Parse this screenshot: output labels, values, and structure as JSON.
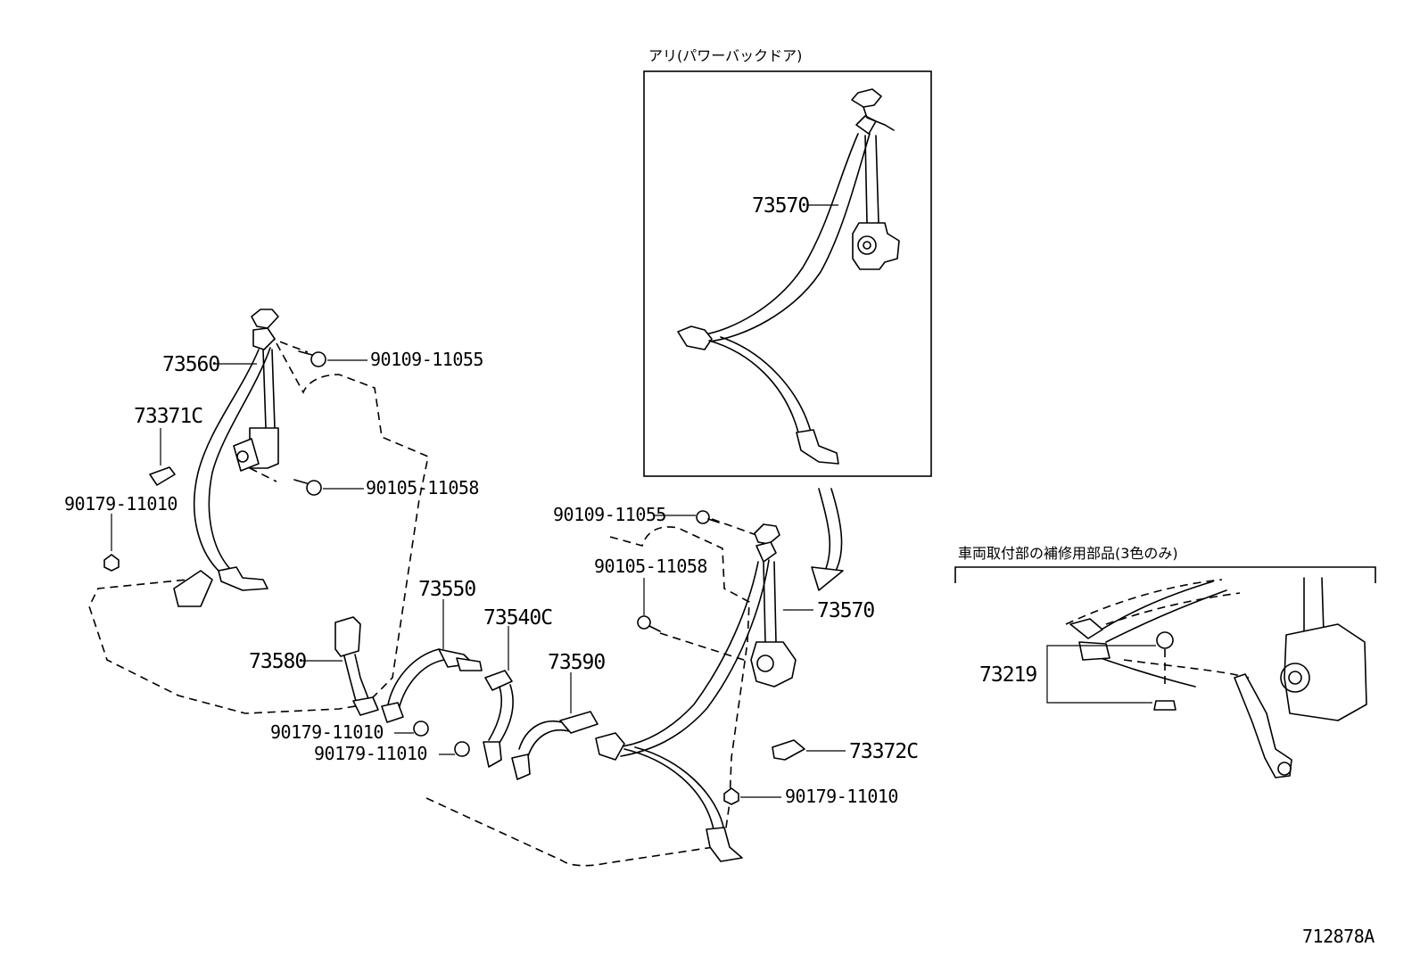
{
  "labels": {
    "option_title": "アリ(パワーバックドア)",
    "repair_parts_title": "車両取付部の補修用部品(3色のみ)",
    "p73570_inset": "73570",
    "p73560": "73560",
    "p73371c": "73371C",
    "p90109_11055_left": "90109-11055",
    "p90105_11058_left": "90105-11058",
    "p90179_11010_left": "90179-11010",
    "p73580": "73580",
    "p73550": "73550",
    "p73540c": "73540C",
    "p73590": "73590",
    "p90179_11010_a": "90179-11010",
    "p90179_11010_b": "90179-11010",
    "p90109_11055_right": "90109-11055",
    "p90105_11058_right": "90105-11058",
    "p73570": "73570",
    "p73372c": "73372C",
    "p90179_11010_right": "90179-11010",
    "p73219": "73219",
    "diagram_id": "712878A"
  }
}
